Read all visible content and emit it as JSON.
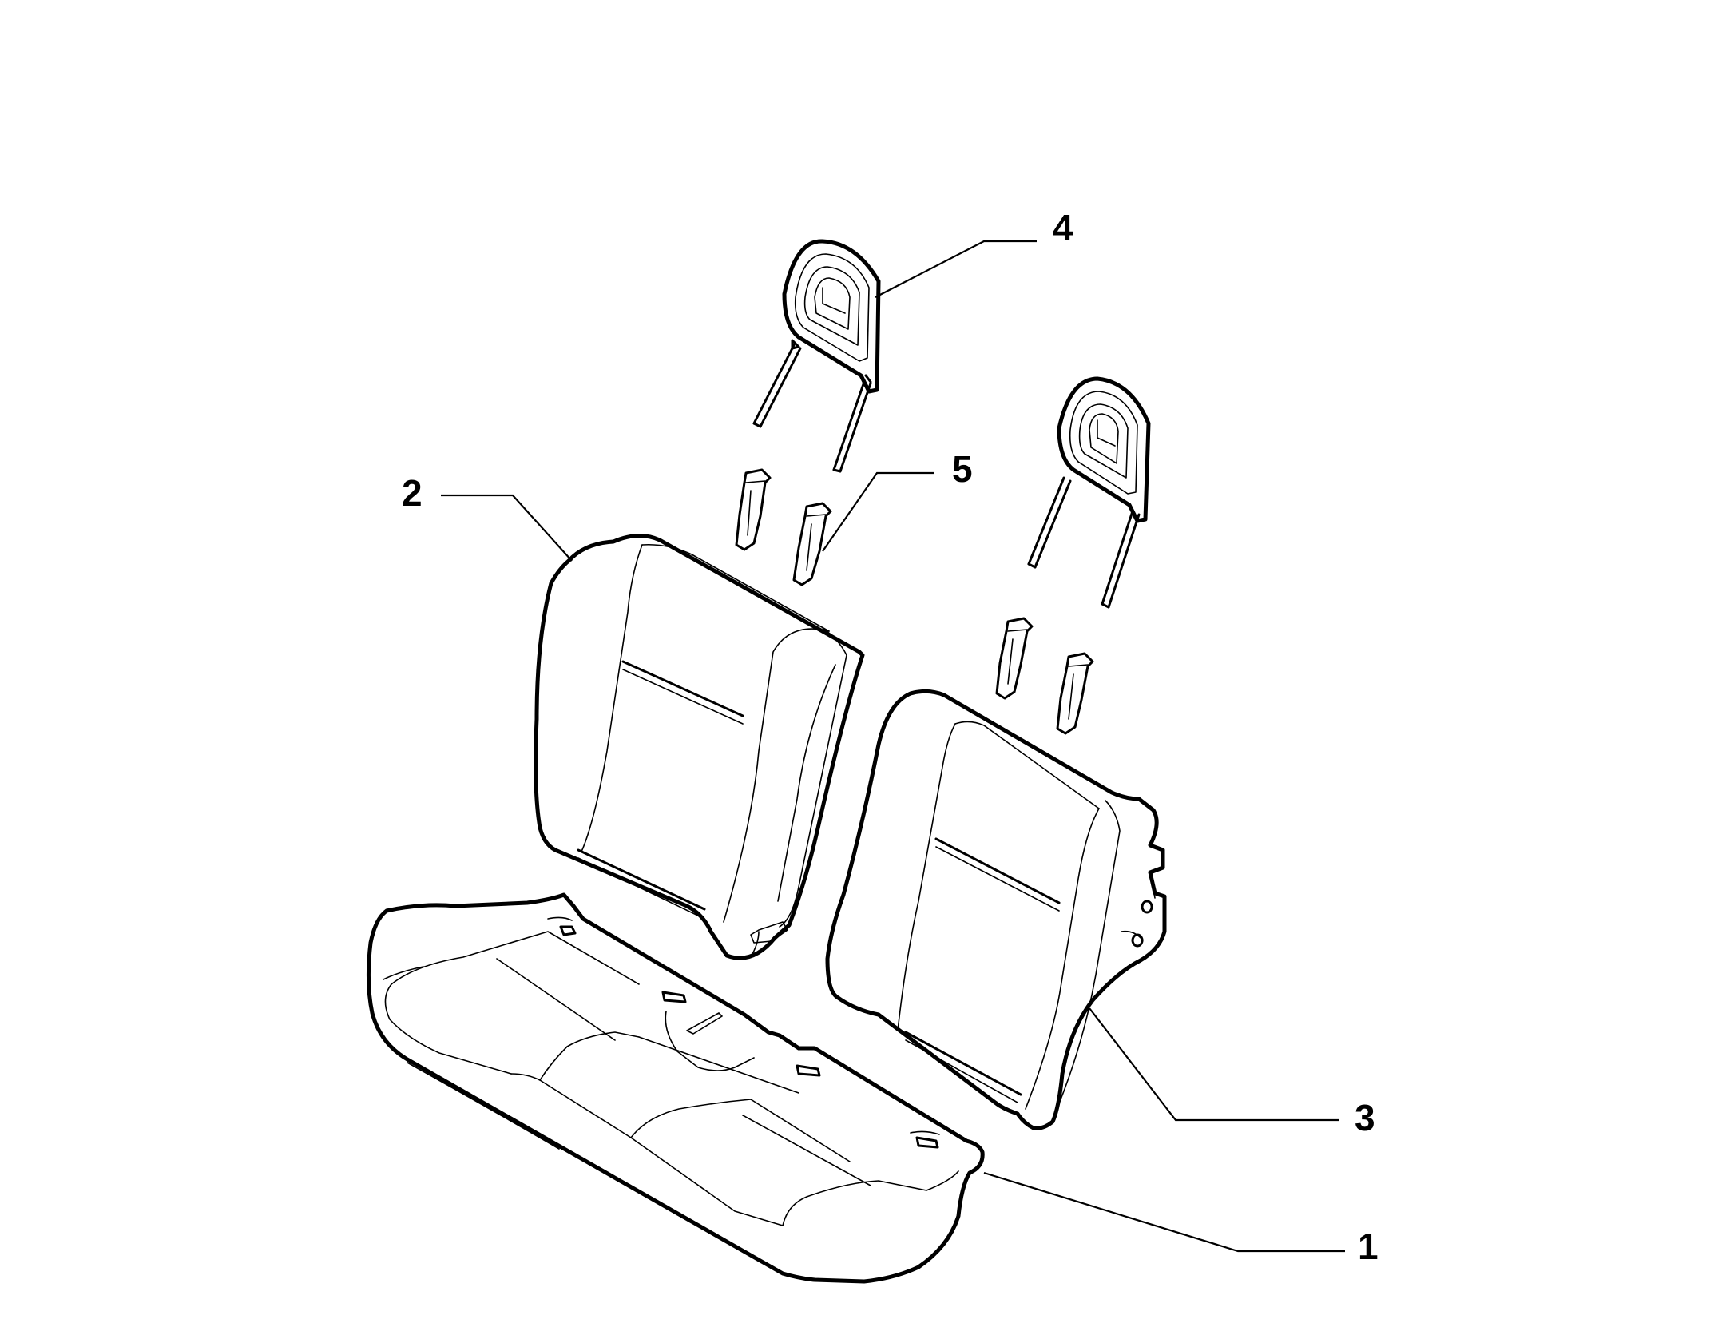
{
  "callouts": {
    "seat_cushion": "1",
    "left_backrest": "2",
    "right_backrest": "3",
    "headrest": "4",
    "headrest_guide": "5"
  },
  "colors": {
    "line": "#000000",
    "background": "#ffffff"
  }
}
